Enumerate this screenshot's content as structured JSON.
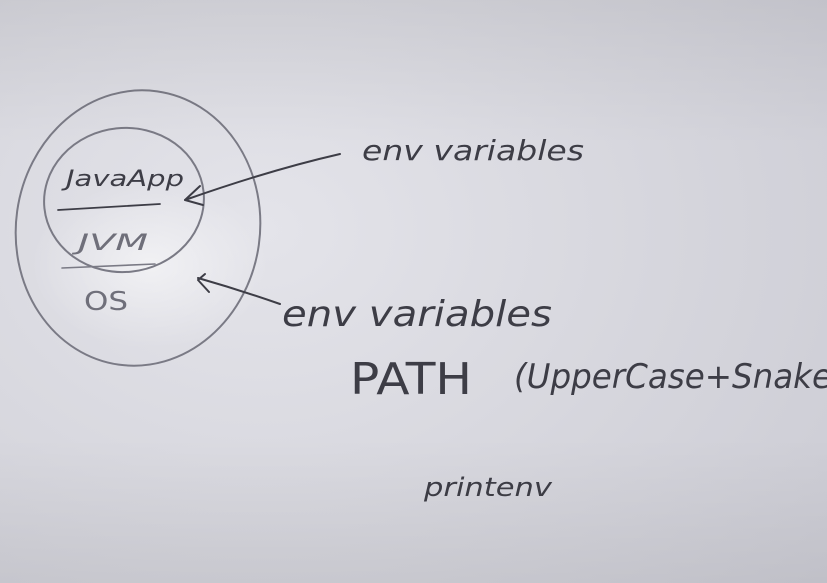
{
  "whiteboard": {
    "inner_layers": {
      "top": "JavaApp",
      "middle": "JVM",
      "bottom": "OS"
    },
    "annotations": {
      "upper_label": "env variables",
      "lower_label": "env variables",
      "example_var": "PATH",
      "note": "(UpperCase+Snake",
      "command": "printenv"
    },
    "ink_color": "#3d3d46",
    "board_color": "#e4e4ea"
  }
}
